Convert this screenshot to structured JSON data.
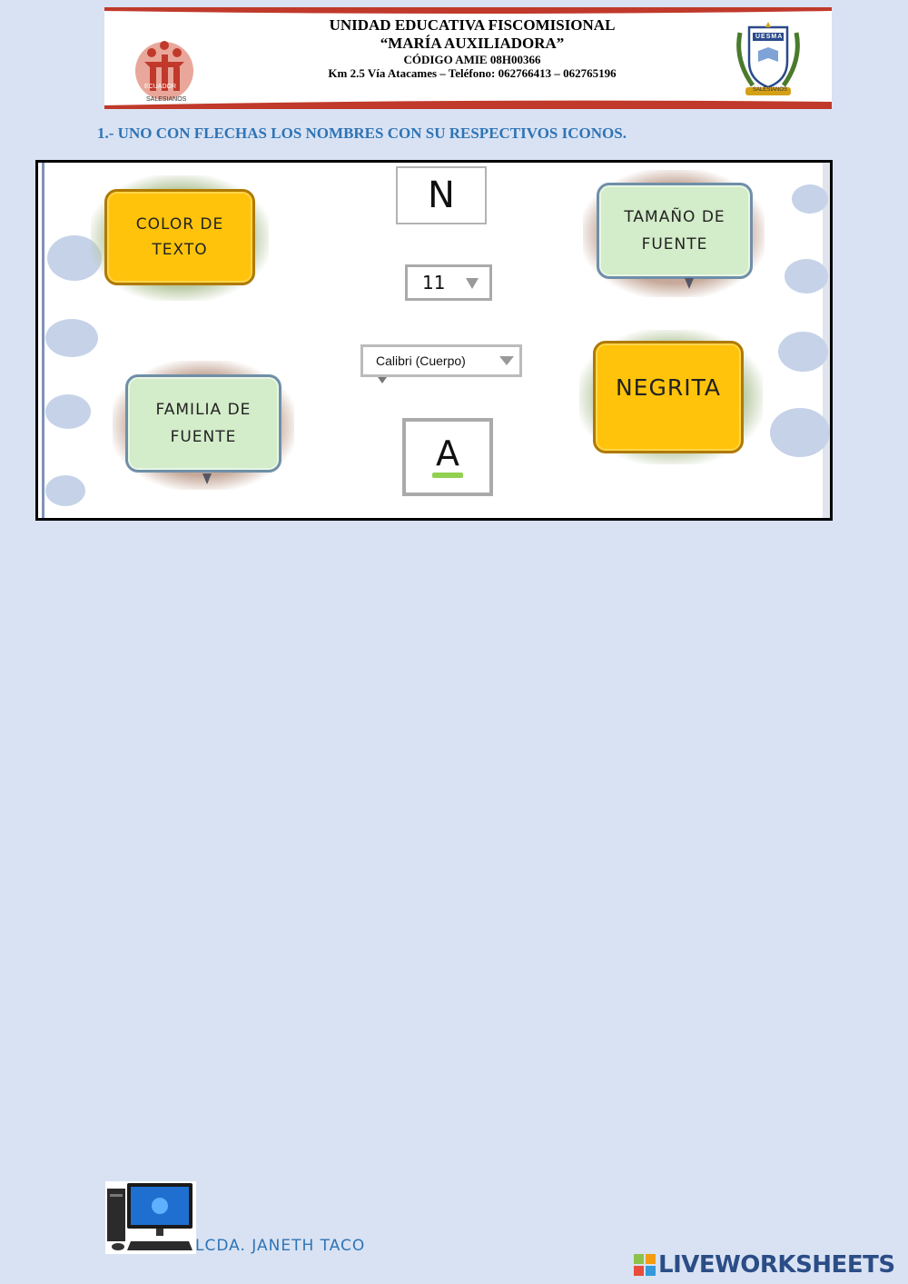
{
  "header": {
    "line1": "UNIDAD EDUCATIVA FISCOMISIONAL",
    "line2": "“MARÍA AUXILIADORA”",
    "line3": "CÓDIGO AMIE 08H00366",
    "line4": "Km 2.5 Vía Atacames – Teléfono: 062766413 – 062765196",
    "left_logo_text_top": "ECUADOR",
    "left_logo_text_bottom": "SALESIANOS",
    "right_logo_text_top": "UESMA",
    "right_logo_text_bottom": "SALESIANOS"
  },
  "instruction": "1.- UNO CON FLECHAS LOS NOMBRES CON SU RESPECTIVOS ICONOS.",
  "bubbles": {
    "color_texto": {
      "line1": "COLOR DE",
      "line2": "TEXTO"
    },
    "tamano_fuente": {
      "line1": "TAMAÑO DE",
      "line2": "FUENTE"
    },
    "familia_fuente": {
      "line1": "FAMILIA DE",
      "line2": "FUENTE"
    },
    "negrita": "NEGRITA"
  },
  "icons": {
    "bold_letter": "N",
    "size_value": "11",
    "font_family_value": "Calibri (Cuerpo)",
    "color_letter": "A"
  },
  "colors": {
    "instruction_blue": "#2e74b5",
    "yellow_bubble": "#ffc30b",
    "green_bubble": "#d3ecc9",
    "header_stripe": "#c0392b"
  },
  "footer": {
    "teacher": "LCDA. JANETH TACO",
    "brand": "LIVEWORKSHEETS"
  }
}
